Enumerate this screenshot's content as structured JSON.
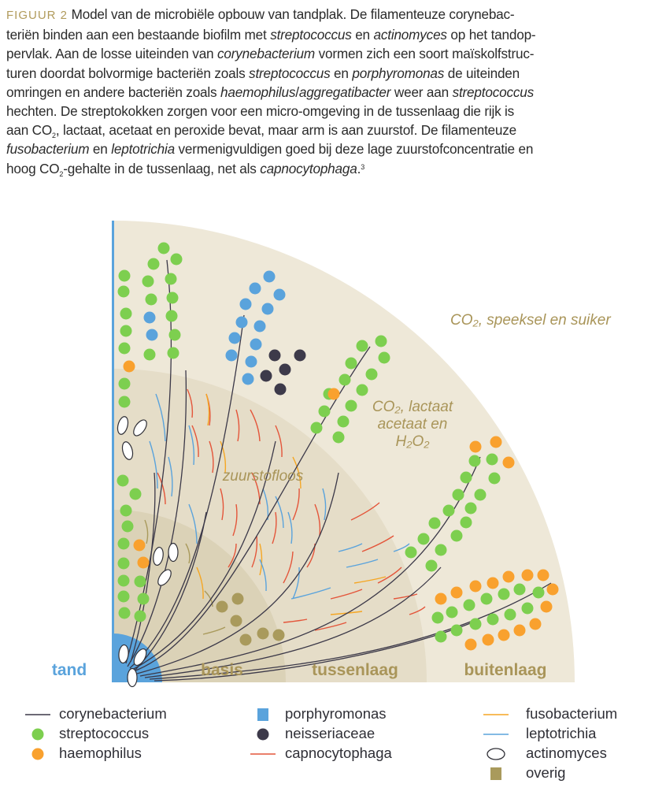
{
  "caption": {
    "figure_label": "FIGUUR 2",
    "lines": [
      [
        {
          "t": "FIGUUR 2",
          "fig": true
        },
        {
          "t": " Model van de microbiële opbouw van tandplak. De filamenteuze corynebac-"
        }
      ],
      [
        {
          "t": "teriën binden aan een bestaande biofilm met "
        },
        {
          "t": "streptococcus",
          "i": true
        },
        {
          "t": " en "
        },
        {
          "t": "actinomyces",
          "i": true
        },
        {
          "t": " op het tandop-"
        }
      ],
      [
        {
          "t": "pervlak. Aan de losse uiteinden van "
        },
        {
          "t": "corynebacterium",
          "i": true
        },
        {
          "t": " vormen zich een soort maïskolfstruc-"
        }
      ],
      [
        {
          "t": "turen doordat bolvormige bacteriën zoals "
        },
        {
          "t": "streptococcus",
          "i": true
        },
        {
          "t": " en "
        },
        {
          "t": "porphyromonas",
          "i": true
        },
        {
          "t": " de uiteinden"
        }
      ],
      [
        {
          "t": "omringen en andere bacteriën zoals "
        },
        {
          "t": "haemophilus",
          "i": true
        },
        {
          "t": "/"
        },
        {
          "t": "aggregatibacter",
          "i": true
        },
        {
          "t": " weer aan "
        },
        {
          "t": "streptococcus",
          "i": true
        }
      ],
      [
        {
          "t": "hechten. De streptokokken zorgen voor een micro-omgeving in de tussenlaag die rijk is"
        }
      ],
      [
        {
          "t": "aan CO"
        },
        {
          "t": "2",
          "sub": true
        },
        {
          "t": ", lactaat, acetaat en peroxide bevat, maar arm is aan zuurstof. De filamenteuze"
        }
      ],
      [
        {
          "t": "fusobacterium",
          "i": true
        },
        {
          "t": " en "
        },
        {
          "t": "leptotrichia",
          "i": true
        },
        {
          "t": " vermenigvuldigen goed bij deze lage zuurstofconcentratie en"
        }
      ],
      [
        {
          "t": "hoog CO"
        },
        {
          "t": "2",
          "sub": true
        },
        {
          "t": "-gehalte in de tussenlaag, net als "
        },
        {
          "t": "capnocytophaga",
          "i": true
        },
        {
          "t": "."
        },
        {
          "t": "3",
          "sup": true
        }
      ]
    ]
  },
  "diagram": {
    "zone_labels": {
      "outer": "CO₂, speeksel en suiker",
      "middle_1": "CO₂, lactaat",
      "middle_2": "acetaat en",
      "middle_3": "H₂O₂",
      "anaerobic": "zuurstofloos"
    },
    "layer_labels": {
      "tooth": "tand",
      "base": "basis",
      "intermediate": "tussenlaag",
      "outer": "buitenlaag"
    }
  },
  "legend": [
    {
      "label": "corynebacterium",
      "icon": "line",
      "color": "#3b3848"
    },
    {
      "label": "streptococcus",
      "icon": "dot",
      "color": "#7dcf4f"
    },
    {
      "label": "haemophilus",
      "icon": "dot",
      "color": "#f9a12e"
    },
    {
      "label": "porphyromonas",
      "icon": "square",
      "color": "#5aa3dc"
    },
    {
      "label": "neisseriaceae",
      "icon": "dot",
      "color": "#3d3a4a"
    },
    {
      "label": "capnocytophaga",
      "icon": "line",
      "color": "#e4553a"
    },
    {
      "label": "fusobacterium",
      "icon": "line",
      "color": "#f5a623"
    },
    {
      "label": "leptotrichia",
      "icon": "line",
      "color": "#5aa3dc"
    },
    {
      "label": "actinomyces",
      "icon": "oval",
      "color": "#ffffff"
    },
    {
      "label": "overig",
      "icon": "square",
      "color": "#a99a5c"
    }
  ],
  "colors": {
    "accent": "#b19b5c",
    "tooth": "#5aa3dc",
    "layer_outer": "#eee8d8",
    "layer_mid": "#e5ddc8",
    "layer_inner": "#dbd2b7"
  }
}
